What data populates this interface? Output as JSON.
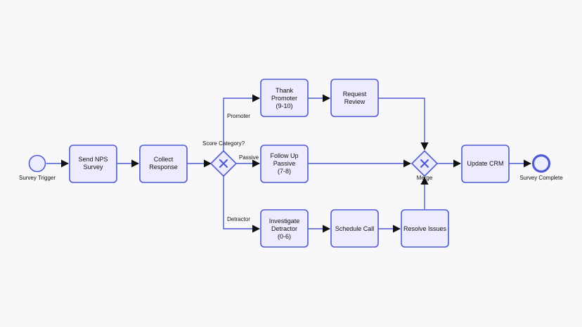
{
  "events": {
    "start": "Survey Trigger",
    "end": "Survey Complete"
  },
  "tasks": {
    "send_nps": [
      "Send NPS",
      "Survey"
    ],
    "collect": [
      "Collect",
      "Response"
    ],
    "thank_promoter": [
      "Thank",
      "Promoter",
      "(9-10)"
    ],
    "request_review": [
      "Request",
      "Review"
    ],
    "follow_up_passive": [
      "Follow Up",
      "Passive",
      "(7-8)"
    ],
    "investigate_detractor": [
      "Investigate",
      "Detractor",
      "(0-6)"
    ],
    "schedule_call": [
      "Schedule Call"
    ],
    "resolve_issues": [
      "Resolve Issues"
    ],
    "update_crm": [
      "Update CRM"
    ]
  },
  "gateways": {
    "score_category": "Score Category?",
    "merge": "Merge"
  },
  "edge_labels": {
    "promoter": "Promoter",
    "passive": "Passive",
    "detractor": "Detractor"
  },
  "colors": {
    "stroke": "#4f5bd5",
    "fill": "#ececfe",
    "background": "#f8f8fa"
  }
}
